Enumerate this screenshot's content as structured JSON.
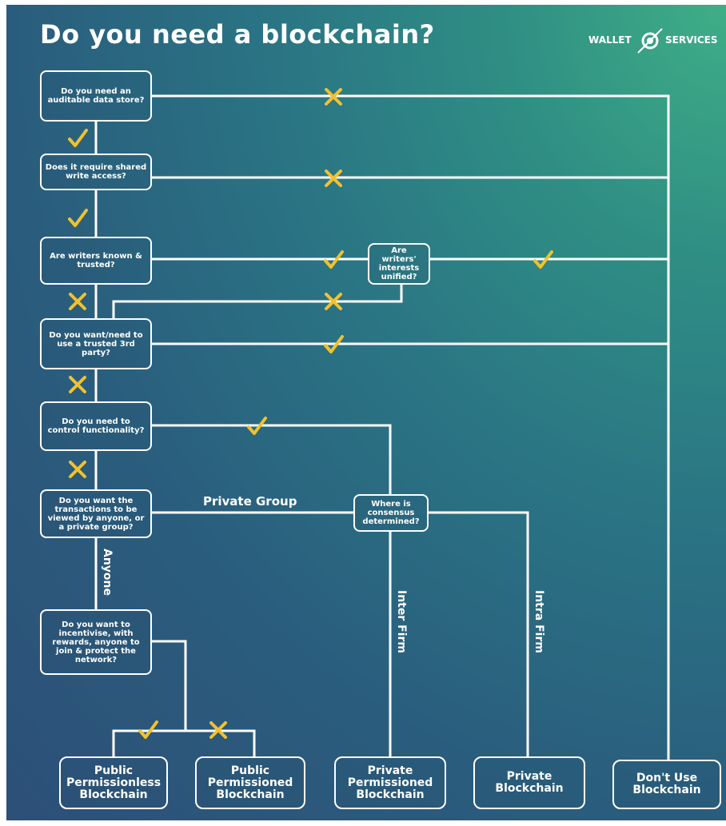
{
  "title": "Do you need a blockchain?",
  "logo": {
    "left_text": "WALLET",
    "right_text": "SERVICES"
  },
  "questions": {
    "q1": "Do you need an auditable data store?",
    "q2": "Does it require shared write access?",
    "q3": "Are writers known & trusted?",
    "q3b": "Are writers' interests unified?",
    "q4": "Do you want/need to use a trusted 3rd party?",
    "q5": "Do you need to control functionality?",
    "q6": "Do you want the transactions to be viewed by anyone, or a private group?",
    "q6b": "Where is consensus determined?",
    "q7": "Do you want to incentivise, with rewards, anyone to join & protect the network?"
  },
  "edge_labels": {
    "private_group": "Private Group",
    "anyone": "Anyone",
    "inter_firm": "Inter Firm",
    "intra_firm": "Intra Firm"
  },
  "outcomes": {
    "public_permissionless": "Public Permissionless Blockchain",
    "public_permissioned": "Public Permissioned Blockchain",
    "private_permissioned": "Private Permissioned Blockchain",
    "private": "Private Blockchain",
    "dont_use": "Don't Use Blockchain"
  },
  "colors": {
    "check": "#f2c12e",
    "cross": "#f2c12e",
    "line": "#ffffff"
  }
}
